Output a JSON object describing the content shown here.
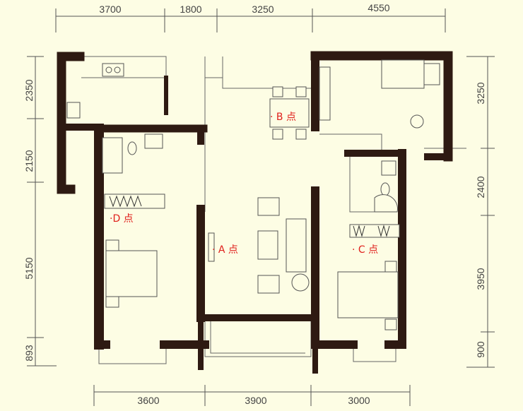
{
  "dimensions": {
    "top": [
      "3700",
      "1800",
      "3250",
      "4550"
    ],
    "left": [
      "2350",
      "2150",
      "5150",
      "893"
    ],
    "right": [
      "3250",
      "2400",
      "3950",
      "900"
    ],
    "bottom": [
      "3600",
      "3900",
      "3000"
    ]
  },
  "points": {
    "A": "· A 点",
    "B": "· B 点",
    "C": "· C 点",
    "D": "·D 点"
  },
  "colors": {
    "wall": "#2e1a12",
    "label": "#e0201c",
    "background": "#fdfde4"
  }
}
